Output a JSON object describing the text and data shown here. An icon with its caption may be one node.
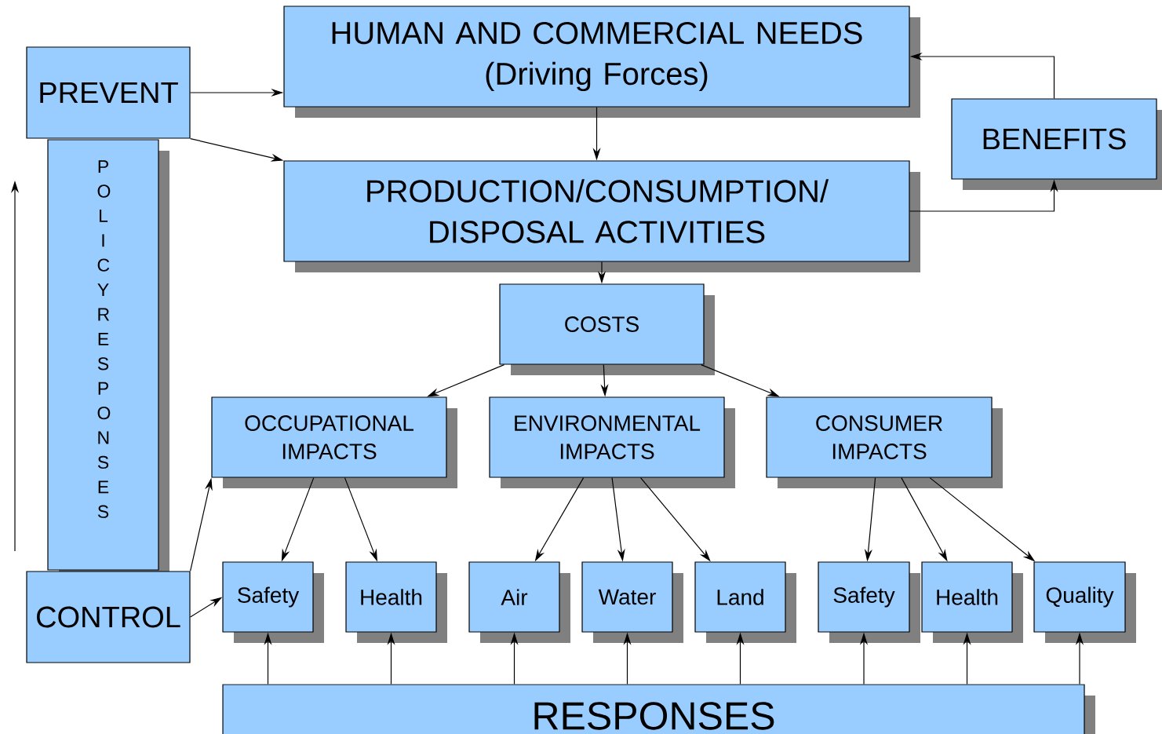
{
  "diagram": {
    "nodes": [
      {
        "text": [
          "PREVENT"
        ]
      },
      {
        "text": [
          "HUMAN AND COMMERCIAL NEEDS",
          "(Driving Forces)"
        ]
      },
      {
        "text": [
          "BENEFITS"
        ]
      },
      {
        "text": [
          "POLICY RESPONSES"
        ]
      },
      {
        "text": [
          "PRODUCTION/CONSUMPTION/ DISPOSAL ACTIVITIES"
        ]
      },
      {
        "text": [
          "COSTS"
        ]
      },
      {
        "text": [
          "OCCUPATIONAL IMPACTS"
        ]
      },
      {
        "text": [
          "ENVIRONMENTAL IMPACTS"
        ]
      },
      {
        "text": [
          "CONSUMER IMPACTS"
        ]
      },
      {
        "text": [
          "CONTROL"
        ]
      },
      {
        "text": [
          "Safety"
        ]
      },
      {
        "text": [
          "Health"
        ]
      },
      {
        "text": [
          "Air"
        ]
      },
      {
        "text": [
          "Water"
        ]
      },
      {
        "text": [
          "Land"
        ]
      },
      {
        "text": [
          "Safety"
        ]
      },
      {
        "text": [
          "Health"
        ]
      },
      {
        "text": [
          "Quality"
        ]
      },
      {
        "text": [
          "RESPONSES"
        ]
      }
    ],
    "edges": [
      {
        "from": 0,
        "to": 1,
        "arrow": "to"
      },
      {
        "from": 0,
        "to": 4,
        "arrow": "to"
      },
      {
        "from": 1,
        "to": 4,
        "arrow": "to"
      },
      {
        "from": 4,
        "to": 2,
        "arrow": "to"
      },
      {
        "from": 2,
        "to": 1,
        "arrow": "to"
      },
      {
        "from": 4,
        "to": 5,
        "arrow": "to"
      },
      {
        "from": 5,
        "to": 6,
        "arrow": "to"
      },
      {
        "from": 5,
        "to": 7,
        "arrow": "to"
      },
      {
        "from": 5,
        "to": 8,
        "arrow": "to"
      },
      {
        "from": 6,
        "to": 10,
        "arrow": "to"
      },
      {
        "from": 6,
        "to": 11,
        "arrow": "to"
      },
      {
        "from": 7,
        "to": 12,
        "arrow": "to"
      },
      {
        "from": 7,
        "to": 13,
        "arrow": "to"
      },
      {
        "from": 7,
        "to": 14,
        "arrow": "to"
      },
      {
        "from": 8,
        "to": 15,
        "arrow": "to"
      },
      {
        "from": 8,
        "to": 16,
        "arrow": "to"
      },
      {
        "from": 8,
        "to": 17,
        "arrow": "to"
      },
      {
        "from": 9,
        "to": 6,
        "arrow": "to"
      },
      {
        "from": 9,
        "to": 10,
        "arrow": "to"
      },
      {
        "from": 18,
        "to": 10,
        "arrow": "to"
      },
      {
        "from": 18,
        "to": 11,
        "arrow": "to"
      },
      {
        "from": 18,
        "to": 12,
        "arrow": "to"
      },
      {
        "from": 18,
        "to": 13,
        "arrow": "to"
      },
      {
        "from": 18,
        "to": 14,
        "arrow": "to"
      },
      {
        "from": 18,
        "to": 15,
        "arrow": "to"
      },
      {
        "from": 18,
        "to": 16,
        "arrow": "to"
      },
      {
        "from": 18,
        "to": 17,
        "arrow": "to"
      }
    ]
  }
}
